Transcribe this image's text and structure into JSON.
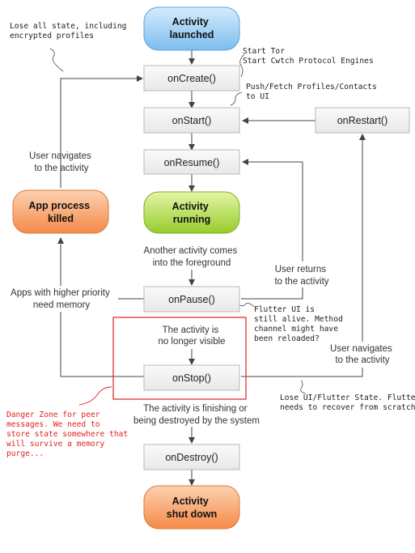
{
  "states": {
    "launched": [
      "Activity",
      "launched"
    ],
    "running": [
      "Activity",
      "running"
    ],
    "killed": [
      "App process",
      "killed"
    ],
    "shutdown": [
      "Activity",
      "shut down"
    ]
  },
  "callbacks": {
    "onCreate": "onCreate()",
    "onStart": "onStart()",
    "onRestart": "onRestart()",
    "onResume": "onResume()",
    "onPause": "onPause()",
    "onStop": "onStop()",
    "onDestroy": "onDestroy()"
  },
  "labels": {
    "user_navigates_left": [
      "User navigates",
      "to the activity"
    ],
    "another_activity": [
      "Another activity comes",
      "into the foreground"
    ],
    "user_returns": [
      "User returns",
      "to the activity"
    ],
    "apps_priority": [
      "Apps with higher priority",
      "need memory"
    ],
    "no_longer_visible": [
      "The activity is",
      "no longer visible"
    ],
    "user_navigates_right": [
      "User navigates",
      "to the activity"
    ],
    "finishing": [
      "The activity is finishing or",
      "being destroyed by the system"
    ]
  },
  "notes": {
    "lose_state": [
      "Lose all state, including",
      "encrypted profiles"
    ],
    "start_tor": [
      "Start Tor",
      "Start Cwtch Protocol Engines"
    ],
    "push_fetch": [
      "Push/Fetch Profiles/Contacts",
      "to UI"
    ],
    "flutter_alive": [
      "Flutter UI is",
      "still alive. Method",
      "channel might have",
      "been reloaded?"
    ],
    "lose_ui": [
      "Lose UI/Flutter State. Flutter",
      "needs to recover from scratch."
    ],
    "danger_zone": [
      "Danger Zone for peer",
      "messages. We need to",
      "store state somewhere that",
      "will survive a memory",
      "purge..."
    ]
  },
  "colors": {
    "launched_fill": "#9fd0f5",
    "running_fill": "#b5e04a",
    "killed_fill": "#f7a46a",
    "shutdown_fill": "#f7a46a",
    "box_fill": "#f0f0f0",
    "box_stroke": "#b8b8b8",
    "line": "#444444",
    "danger": "#e02020"
  }
}
